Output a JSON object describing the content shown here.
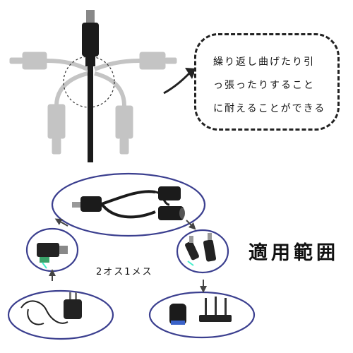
{
  "callout": {
    "lines": [
      "繰り返し曲げたり引",
      "っ張ったりすること",
      "に耐えることができる"
    ]
  },
  "usage_title": "適用範囲",
  "conversion_label": "2オス1メス",
  "colors": {
    "accent": "#3b3f8f",
    "cable": "#1a1a1a",
    "ghost_cable": "#bdbdbd"
  },
  "icons": [
    "power-adapter-icon",
    "speaker-icon",
    "router-icon",
    "arrow-icon"
  ]
}
